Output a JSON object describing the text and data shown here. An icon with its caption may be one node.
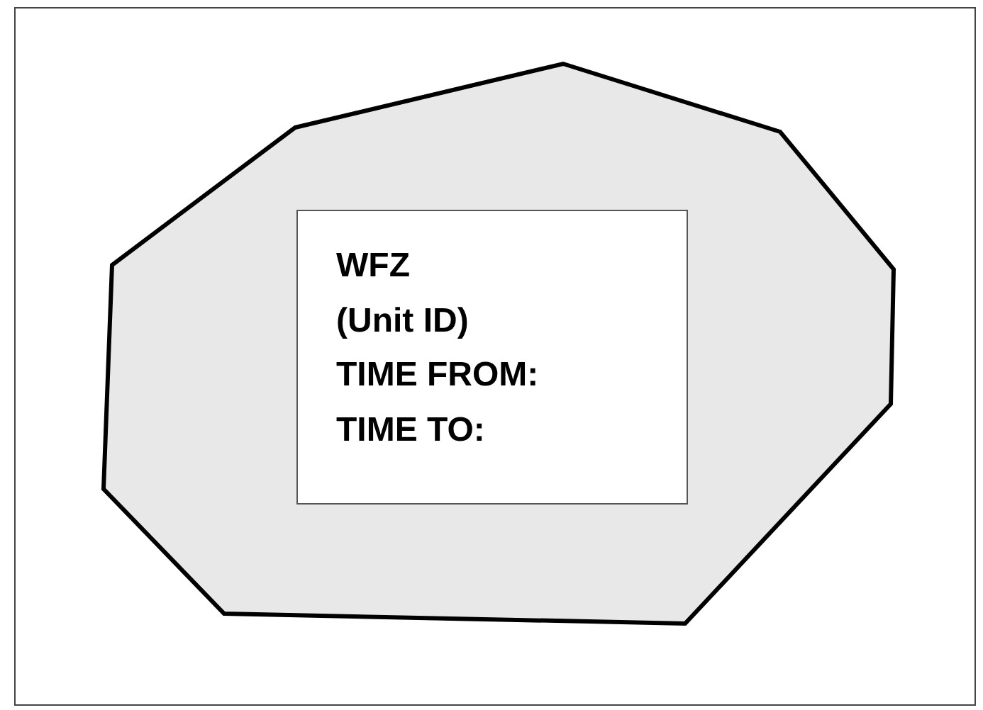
{
  "diagram": {
    "nodes": [
      {
        "text": [],
        "shape": "polygon"
      },
      {
        "text": [
          "WFZ",
          "(Unit ID)",
          "TIME FROM:",
          "TIME TO:"
        ],
        "in": 0
      }
    ]
  }
}
